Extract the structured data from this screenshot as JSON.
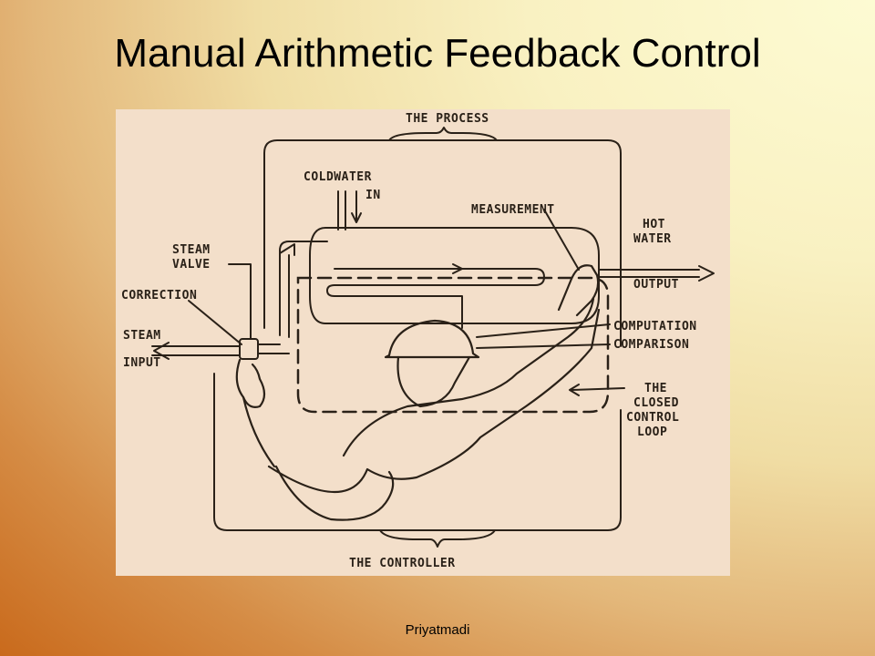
{
  "slide": {
    "title": "Manual Arithmetic Feedback Control",
    "footer": "Priyatmadi"
  },
  "diagram": {
    "labels": {
      "process": "THE PROCESS",
      "cold_water_1": "COLDWATER",
      "cold_water_2": "IN",
      "measurement": "MEASUREMENT",
      "hot_water_1": "HOT",
      "hot_water_2": "WATER",
      "output": "OUTPUT",
      "steam_valve_1": "STEAM",
      "steam_valve_2": "VALVE",
      "correction": "CORRECTION",
      "steam_input_1": "STEAM",
      "steam_input_2": "INPUT",
      "computation": "COMPUTATION",
      "comparison": "COMPARISON",
      "loop_1": "THE",
      "loop_2": "CLOSED",
      "loop_3": "CONTROL",
      "loop_4": "LOOP",
      "controller": "THE CONTROLLER"
    }
  }
}
